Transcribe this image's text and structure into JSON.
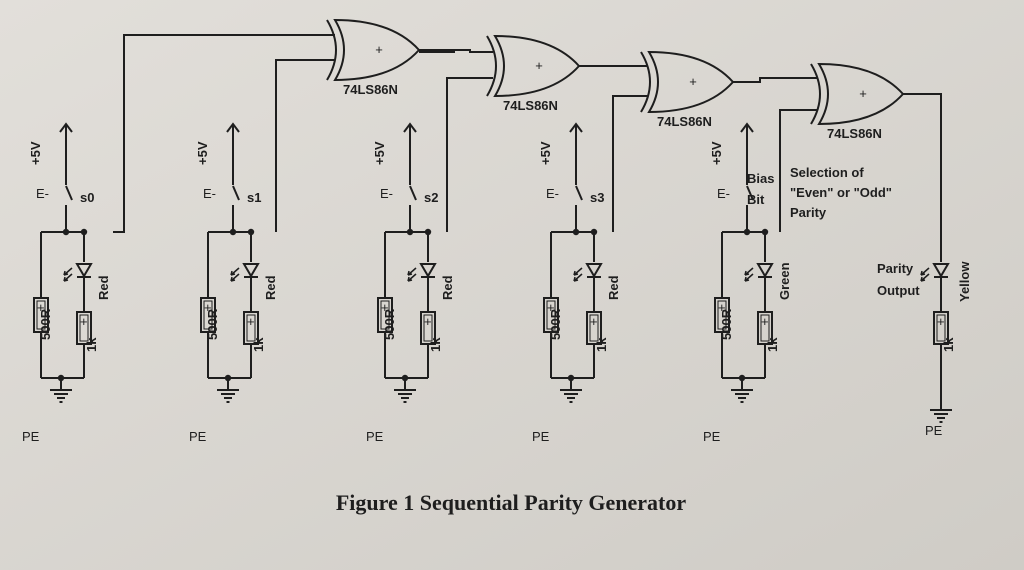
{
  "figure": {
    "caption": "Figure 1 Sequential Parity Generator",
    "colors": {
      "paper": "#dedbd6",
      "ink": "#1e1e1e",
      "background": "#c9c6c1"
    }
  },
  "gates": [
    {
      "part": "74LS86N",
      "plus": "+"
    },
    {
      "part": "74LS86N",
      "plus": "+"
    },
    {
      "part": "74LS86N",
      "plus": "+"
    },
    {
      "part": "74LS86N",
      "plus": "+"
    }
  ],
  "stages": [
    {
      "supply": "+5V",
      "switch_label": "s0",
      "switch_glyph": "E-",
      "r1": "500R",
      "r2": "1k",
      "led_color": "Red",
      "ground": "PE",
      "plus": "+"
    },
    {
      "supply": "+5V",
      "switch_label": "s1",
      "switch_glyph": "E-",
      "r1": "500R",
      "r2": "1k",
      "led_color": "Red",
      "ground": "PE",
      "plus": "+"
    },
    {
      "supply": "+5V",
      "switch_label": "s2",
      "switch_glyph": "E-",
      "r1": "500R",
      "r2": "1k",
      "led_color": "Red",
      "ground": "PE",
      "plus": "+"
    },
    {
      "supply": "+5V",
      "switch_label": "s3",
      "switch_glyph": "E-",
      "r1": "500R",
      "r2": "1k",
      "led_color": "Red",
      "ground": "PE",
      "plus": "+"
    },
    {
      "supply": "+5V",
      "switch_label_line1": "Bias",
      "switch_label_line2": "Bit",
      "switch_glyph": "E-",
      "r1": "500R",
      "r2": "1k",
      "led_color": "Green",
      "ground": "PE",
      "plus": "+"
    }
  ],
  "selection_note": [
    "Selection of",
    "\"Even\" or \"Odd\"",
    "Parity"
  ],
  "output": {
    "label_line1": "Parity",
    "label_line2": "Output",
    "r": "1k",
    "led_color": "Yellow",
    "ground": "PE",
    "plus": "+"
  }
}
